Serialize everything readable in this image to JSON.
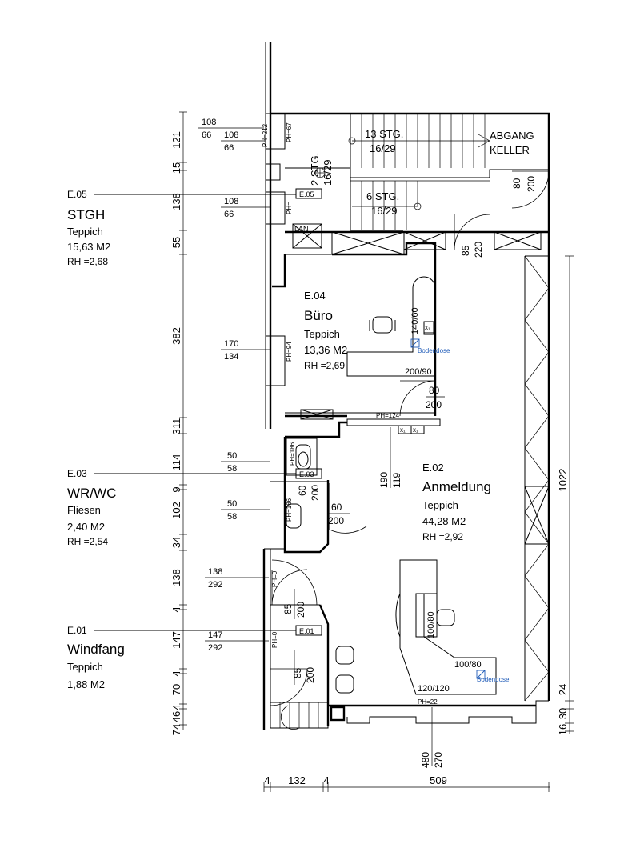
{
  "rooms": {
    "e05": {
      "id": "E.05",
      "name": "STGH",
      "floor": "Teppich",
      "area": "15,63 M2",
      "height": "RH =2,68"
    },
    "e04": {
      "id": "E.04",
      "name": "Büro",
      "floor": "Teppich",
      "area": "13,36 M2",
      "height": "RH =2,69"
    },
    "e03": {
      "id": "E.03",
      "name": "WR/WC",
      "floor": "Fliesen",
      "area": "2,40 M2",
      "height": "RH =2,54"
    },
    "e02": {
      "id": "E.02",
      "name": "Anmeldung",
      "floor": "Teppich",
      "area": "44,28 M2",
      "height": "RH =2,92"
    },
    "e01": {
      "id": "E.01",
      "name": "Windfang",
      "floor": "Teppich",
      "area": "1,88 M2"
    }
  },
  "tags": {
    "e05": "E.05",
    "e03": "E.03",
    "e01": "E.01"
  },
  "stairs": {
    "upper_steps": "13 STG.",
    "upper_rise": "16/29",
    "mid_steps": "2 STG.",
    "mid_rise": "16/29",
    "lower_steps": "6 STG.",
    "lower_rise": "16/29",
    "down_line1": "ABGANG",
    "down_line2": "KELLER"
  },
  "labels": {
    "lan": "LAN",
    "floor_box_1": "Bodendose",
    "floor_box_2": "Bodendose",
    "desk_office_a": "140/60",
    "desk_office_b": "200/90",
    "desk_reception_a": "100/80",
    "desk_reception_b": "100/80",
    "desk_reception_c": "120/120",
    "sill_1": "PH=212",
    "sill_2": "PH=67",
    "sill_3": "PH=",
    "sill_4": "PH=94",
    "sill_5": "PH=124",
    "sill_6": "PH=186",
    "sill_7": "PH=186",
    "sill_8": "PH=0",
    "sill_9": "PH=0",
    "sill_10": "PH=22",
    "sw1": "x₁",
    "sw2": "x₁",
    "sw3": "x₁"
  },
  "windows": [
    {
      "top": "108",
      "bottom": "66"
    },
    {
      "top": "108",
      "bottom": "66"
    },
    {
      "top": "108",
      "bottom": "66"
    },
    {
      "top": "170",
      "bottom": "134"
    },
    {
      "top": "50",
      "bottom": "58"
    },
    {
      "top": "50",
      "bottom": "58"
    },
    {
      "top": "138",
      "bottom": "292"
    },
    {
      "top": "147",
      "bottom": "292"
    }
  ],
  "doors": [
    {
      "w": "80",
      "h": "200"
    },
    {
      "w": "85",
      "h": "220"
    },
    {
      "w": "80",
      "h": "200"
    },
    {
      "w": "190",
      "h": "119"
    },
    {
      "w": "60",
      "h": "200"
    },
    {
      "w": "60",
      "h": "200"
    },
    {
      "w": "85",
      "h": "200"
    },
    {
      "w": "85",
      "h": "200"
    },
    {
      "w": "480",
      "h": "270"
    }
  ],
  "left_dims": [
    "121",
    "15",
    "138",
    "55",
    "382",
    "311",
    "114",
    "9",
    "102",
    "34",
    "138",
    "4",
    "147",
    "4",
    "70",
    "4",
    "46",
    "74"
  ],
  "right_dims": [
    "1022",
    "24",
    "30",
    "16"
  ],
  "bottom_dims": [
    "4",
    "132",
    "4",
    "509"
  ]
}
